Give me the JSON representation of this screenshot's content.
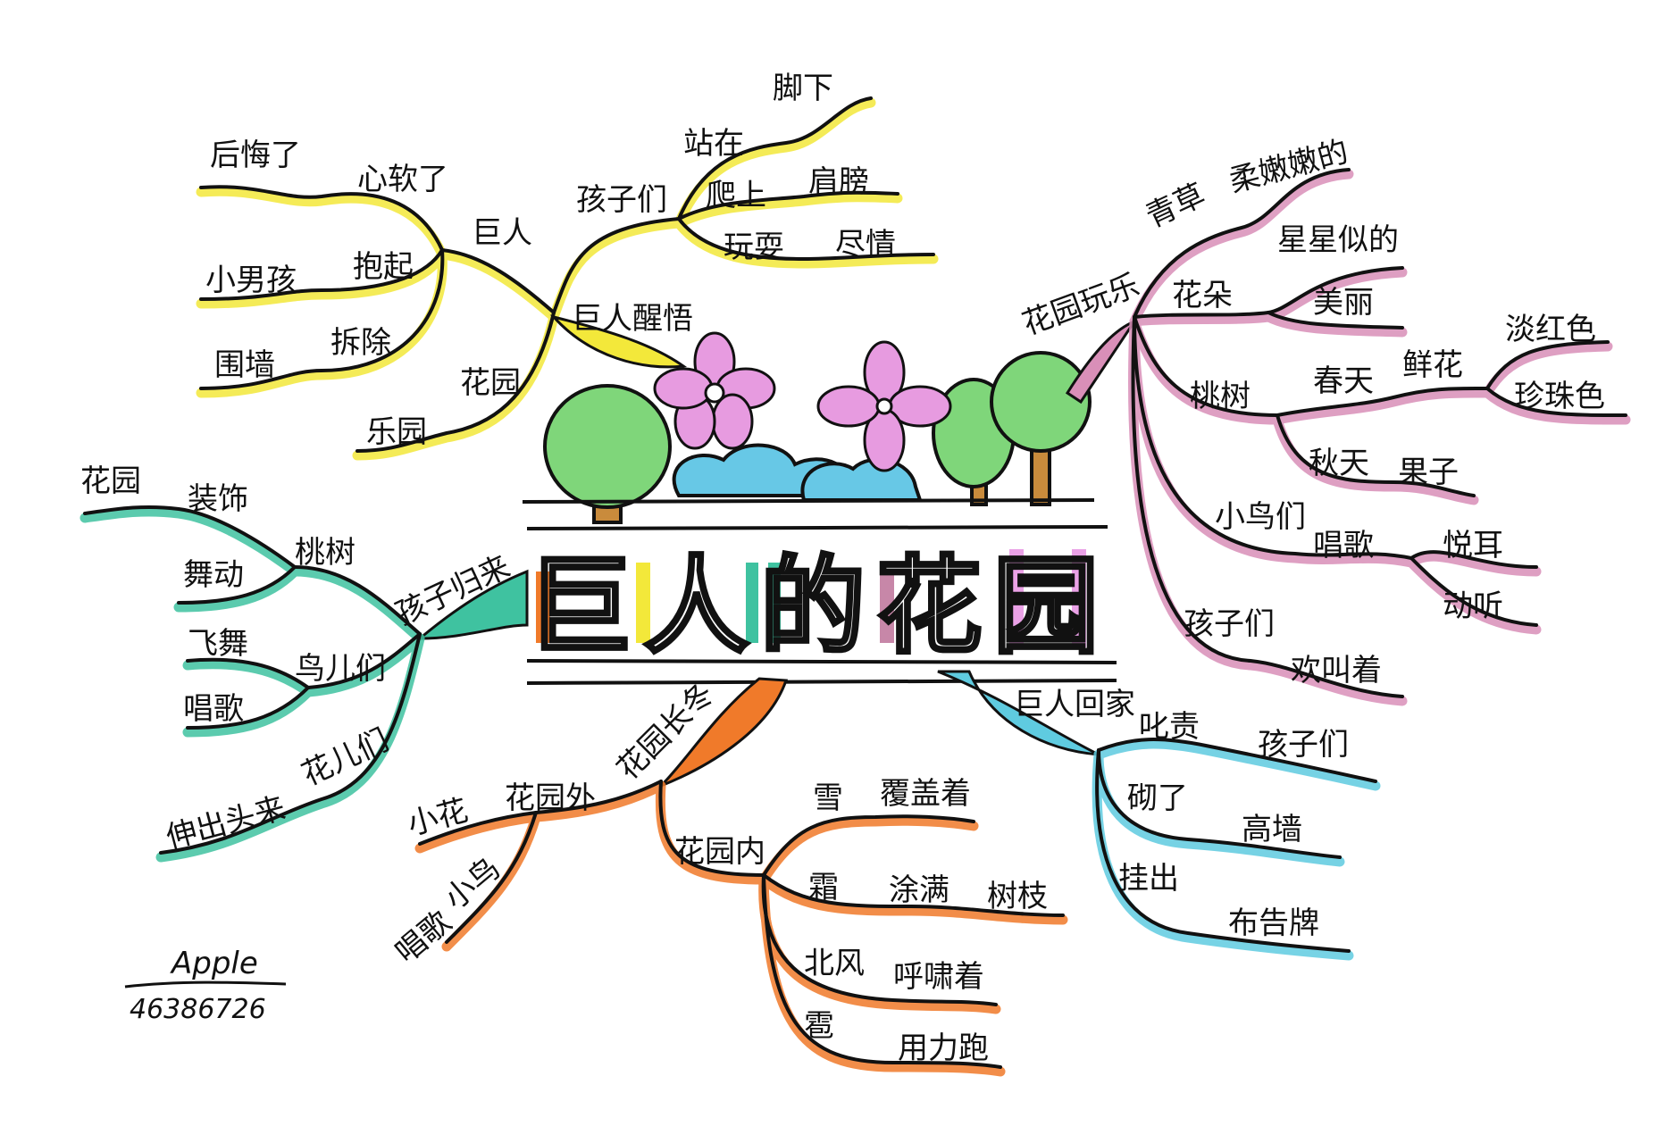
{
  "title": "巨人的花园",
  "colors": {
    "yellow": "#f3e83a",
    "pink": "#d98fb8",
    "green": "#3fc2a0",
    "orange": "#f07a2a",
    "blue": "#5fcbe0",
    "tree": "#7fd67a",
    "flower": "#e79be0",
    "cloud": "#67c8e6"
  },
  "yellow": {
    "giant": "巨人",
    "soft": "心软了",
    "regret": "后悔了",
    "hug": "抱起",
    "boy": "小男孩",
    "remove": "拆除",
    "wall": "围墙",
    "awake": "巨人醒悟",
    "garden": "花园",
    "paradise": "乐园",
    "kids": "孩子们",
    "stand": "站在",
    "feet": "脚下",
    "climb": "爬上",
    "shoulder": "肩膀",
    "play": "玩耍",
    "freely": "尽情"
  },
  "pink": {
    "root": "花园玩乐",
    "grass": "青草",
    "tender": "柔嫩嫩的",
    "flowers": "花朵",
    "starlike": "星星似的",
    "pretty": "美丽",
    "peach": "桃树",
    "spring": "春天",
    "blossom": "鲜花",
    "lightred": "淡红色",
    "pearl": "珍珠色",
    "autumn": "秋天",
    "fruit": "果子",
    "birds": "小鸟们",
    "sing": "唱歌",
    "pleasant": "悦耳",
    "sweet": "动听",
    "kids": "孩子们",
    "cheer": "欢叫着"
  },
  "green": {
    "root": "孩子归来",
    "peach": "桃树",
    "decorate": "装饰",
    "garden": "花园",
    "dance": "舞动",
    "birds": "鸟儿们",
    "fly": "飞舞",
    "sing": "唱歌",
    "flowers": "花儿们",
    "peek": "伸出头来"
  },
  "orange": {
    "root": "花园长冬",
    "outside": "花园外",
    "littleflower": "小花",
    "littlebird": "小鸟",
    "sing": "唱歌",
    "inside": "花园内",
    "snow": "雪",
    "cover": "覆盖着",
    "frost": "霜",
    "paint": "涂满",
    "branches": "树枝",
    "wind": "北风",
    "howl": "呼啸着",
    "hail": "雹",
    "run": "用力跑"
  },
  "blue": {
    "root": "巨人回家",
    "scold": "叱责",
    "kids": "孩子们",
    "build": "砌了",
    "highwall": "高墙",
    "hang": "挂出",
    "notice": "布告牌"
  },
  "signature": {
    "name": "Apple",
    "number": "46386726"
  }
}
